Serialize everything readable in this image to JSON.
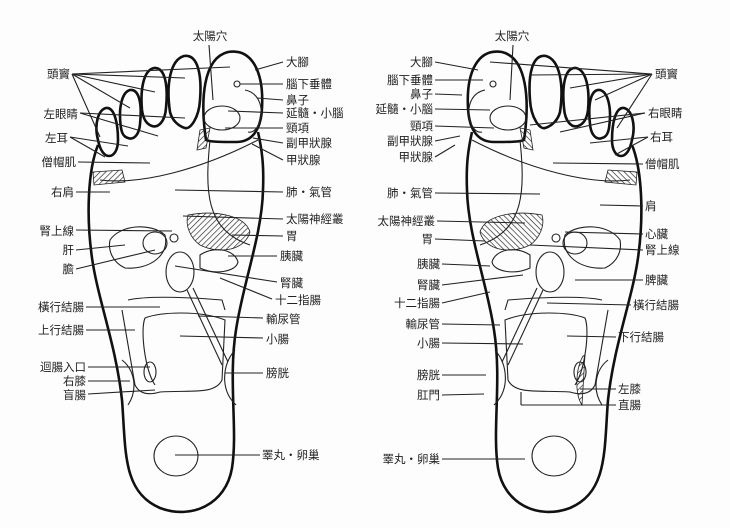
{
  "colors": {
    "ink": "#111111",
    "background": "#fdfdfd"
  },
  "left_foot": {
    "top": "太陽穴",
    "right_labels": [
      "大腳",
      "腦下垂體",
      "鼻子",
      "延髓・小腦",
      "頸項",
      "副甲狀腺",
      "甲狀腺",
      "肺・氣管",
      "太陽神經叢",
      "胃",
      "胰臟",
      "腎臟",
      "十二指腸",
      "輸尿管",
      "小腸",
      "膀胱",
      "睪丸・卵巢"
    ],
    "left_labels": [
      "頭竇",
      "左眼睛",
      "左耳",
      "僧帽肌",
      "右肩",
      "腎上線",
      "肝",
      "膽",
      "橫行結腸",
      "上行結腸",
      "迴腸入口",
      "右膝",
      "盲腸"
    ]
  },
  "right_foot": {
    "top": "太陽穴",
    "left_labels": [
      "大腳",
      "腦下垂體",
      "鼻子",
      "延髓・小腦",
      "頸項",
      "副甲狀腺",
      "甲狀腺",
      "肺・氣管",
      "太陽神經叢",
      "胃",
      "胰臟",
      "腎臟",
      "十二指腸",
      "輸尿管",
      "小腸",
      "膀胱",
      "肛門",
      "睪丸・卵巢"
    ],
    "right_labels": [
      "頭竇",
      "右眼睛",
      "右耳",
      "僧帽肌",
      "肩",
      "心臟",
      "腎上線",
      "脾臟",
      "橫行結腸",
      "下行結腸",
      "左膝",
      "直腸"
    ]
  }
}
